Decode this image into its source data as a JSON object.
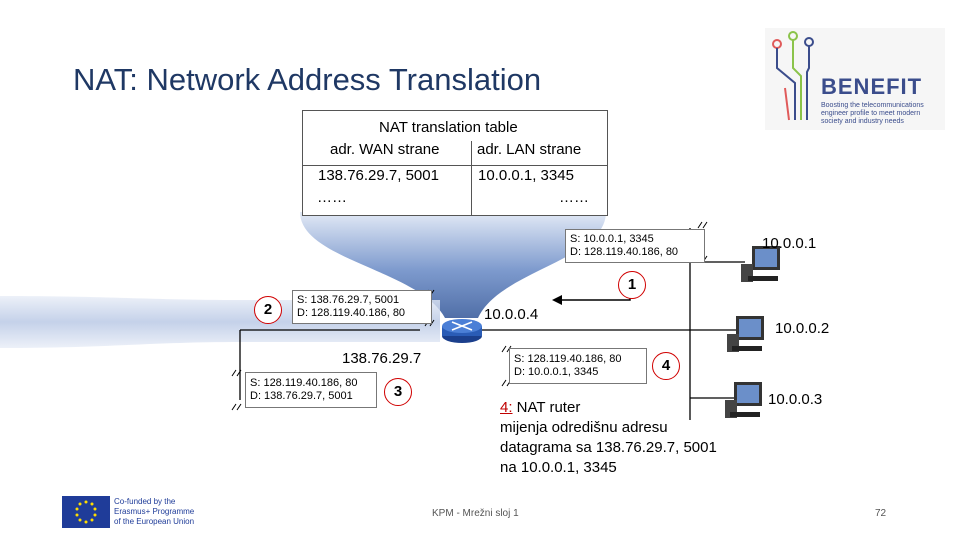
{
  "slide": {
    "title": "NAT: Network Address Translation",
    "footer_center": "KPM - Mrežni sloj 1",
    "page_number": "72"
  },
  "nat_table": {
    "caption": "NAT translation table",
    "col_wan": "adr. WAN strane",
    "col_lan": "adr. LAN strane",
    "row1_wan": "138.76.29.7, 5001",
    "row1_lan": "10.0.0.1, 3345",
    "row2_wan": "……",
    "row2_lan": "……"
  },
  "datagrams": {
    "d1_src": "S: 10.0.0.1, 3345",
    "d1_dst": "D: 128.119.40.186, 80",
    "d2_src": "S: 138.76.29.7, 5001",
    "d2_dst": "D: 128.119.40.186, 80",
    "d3_src": "S: 128.119.40.186, 80",
    "d3_dst": "D: 138.76.29.7, 5001",
    "d4_src": "S: 128.119.40.186, 80",
    "d4_dst": "D: 10.0.0.1, 3345"
  },
  "steps": {
    "s1": "1",
    "s2": "2",
    "s3": "3",
    "s4": "4"
  },
  "addresses": {
    "router_lan": "10.0.0.4",
    "router_wan": "138.76.29.7",
    "host1": "10.0.0.1",
    "host2": "10.0.0.2",
    "host3": "10.0.0.3"
  },
  "note": {
    "label": "4:",
    "text1": " NAT ruter",
    "line2": "mijenja odredišnu adresu",
    "line3": "datagrama sa 138.76.29.7, 5001",
    "line4": "na 10.0.0.1, 3345"
  },
  "logos": {
    "benefit_name": "BENEFIT",
    "benefit_tagline1": "Boosting the telecommunications",
    "benefit_tagline2": "engineer profile to meet modern",
    "benefit_tagline3": "society and industry needs",
    "erasmus_line1": "Co-funded by the",
    "erasmus_line2": "Erasmus+ Programme",
    "erasmus_line3": "of the European Union"
  },
  "colors": {
    "title": "#1f3864",
    "funnel": "#4a6fb0",
    "step_circle": "#d00000",
    "note_label": "#c00000",
    "benefit_blue": "#3b4d8c"
  }
}
